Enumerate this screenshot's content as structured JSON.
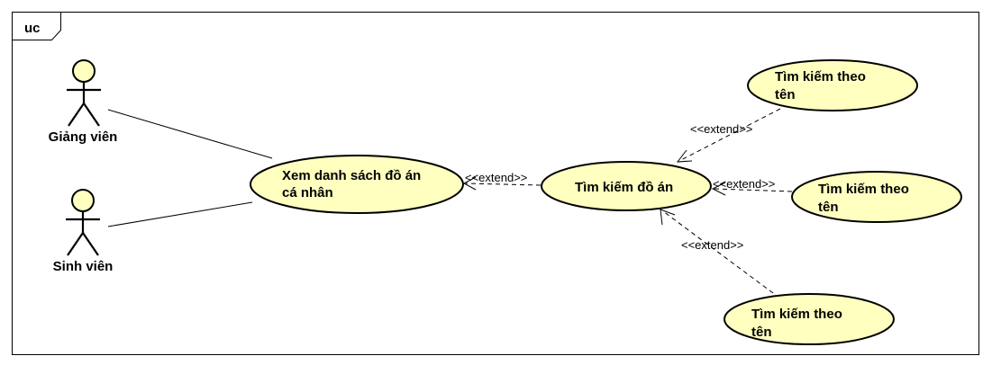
{
  "frame": {
    "label": "uc"
  },
  "colors": {
    "use_case_fill": "#ffffc0",
    "actor_head_fill": "#ffffc0",
    "line": "#000000"
  },
  "actors": [
    {
      "id": "giang-vien",
      "label": "Giảng viên"
    },
    {
      "id": "sinh-vien",
      "label": "Sinh viên"
    }
  ],
  "use_cases": [
    {
      "id": "xem-danh-sach",
      "lines": [
        "Xem danh sách đồ án",
        "cá nhân"
      ]
    },
    {
      "id": "tim-kiem-do-an",
      "lines": [
        "Tìm kiếm đồ án"
      ]
    },
    {
      "id": "tim-kiem-theo-ten-1",
      "lines": [
        "Tìm kiếm theo",
        "tên"
      ]
    },
    {
      "id": "tim-kiem-theo-ten-2",
      "lines": [
        "Tìm kiếm theo",
        "tên"
      ]
    },
    {
      "id": "tim-kiem-theo-ten-3",
      "lines": [
        "Tìm kiếm theo",
        "tên"
      ]
    }
  ],
  "associations": [
    {
      "actor": "giang-vien",
      "use_case": "xem-danh-sach"
    },
    {
      "actor": "sinh-vien",
      "use_case": "xem-danh-sach"
    }
  ],
  "extends": [
    {
      "from": "tim-kiem-do-an",
      "to": "xem-danh-sach",
      "label": "<<extend>>"
    },
    {
      "from": "tim-kiem-theo-ten-1",
      "to": "tim-kiem-do-an",
      "label": "<<extend>>"
    },
    {
      "from": "tim-kiem-theo-ten-2",
      "to": "tim-kiem-do-an",
      "label": "<<extend>>"
    },
    {
      "from": "tim-kiem-theo-ten-3",
      "to": "tim-kiem-do-an",
      "label": "<<extend>>"
    }
  ]
}
